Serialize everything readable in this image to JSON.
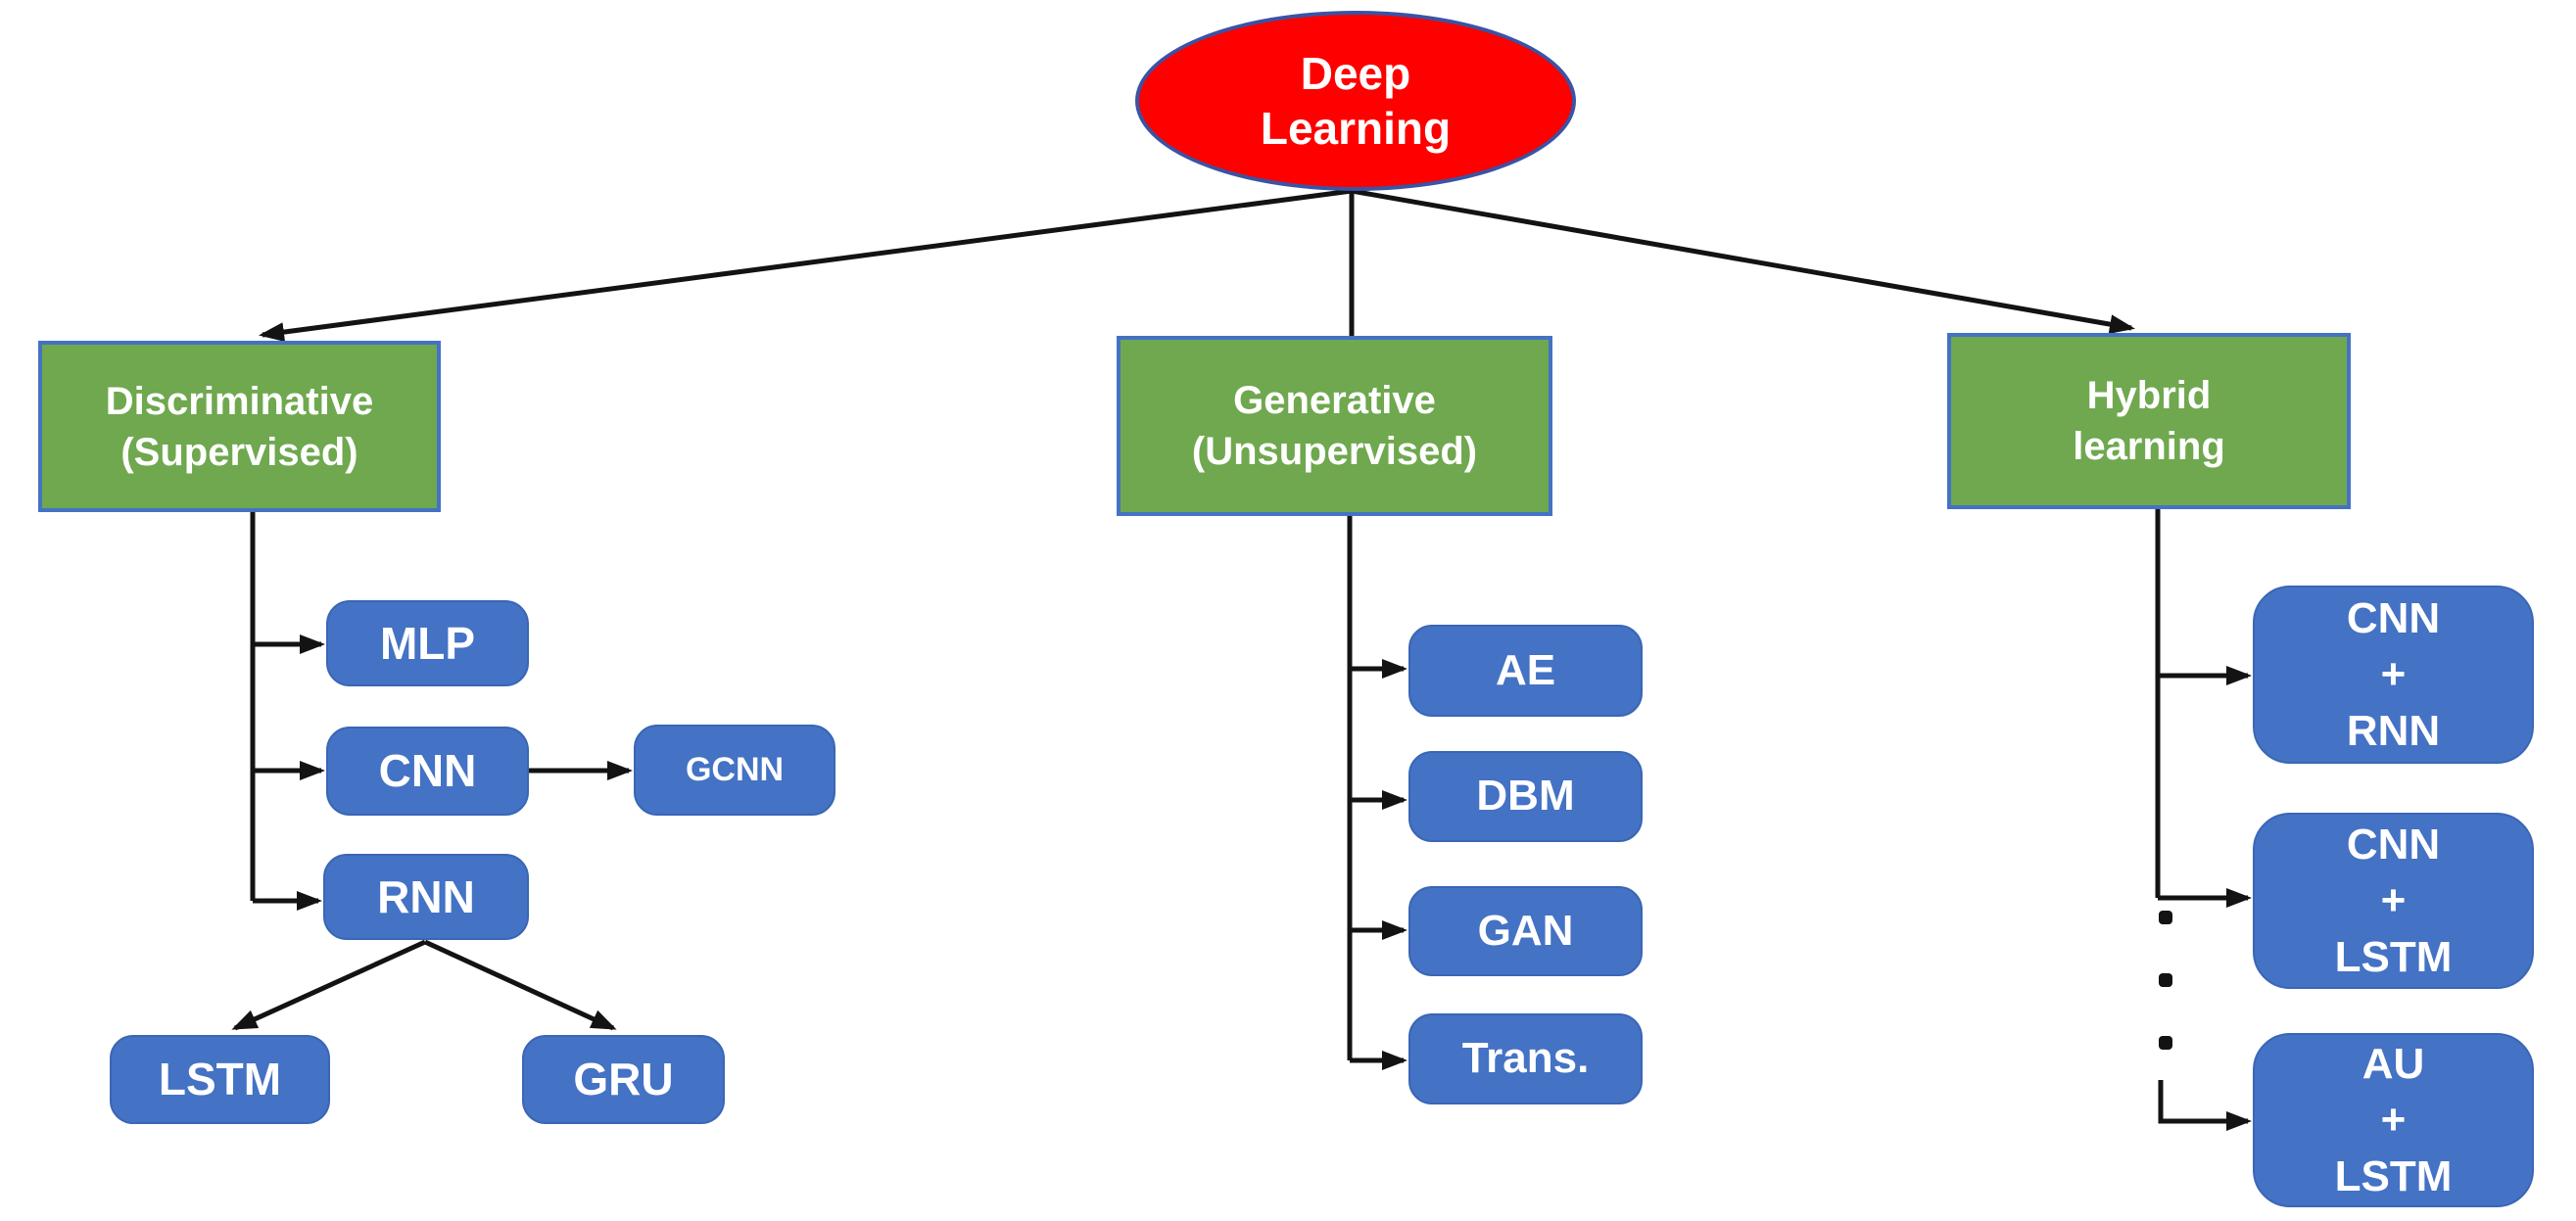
{
  "root": {
    "label": "Deep\nLearning"
  },
  "categories": {
    "discriminative": {
      "label": "Discriminative\n(Supervised)"
    },
    "generative": {
      "label": "Generative\n(Unsupervised)"
    },
    "hybrid": {
      "label": "Hybrid\nlearning"
    }
  },
  "leaves": {
    "mlp": {
      "label": "MLP"
    },
    "cnn": {
      "label": "CNN"
    },
    "gcnn": {
      "label": "GCNN"
    },
    "rnn": {
      "label": "RNN"
    },
    "lstm": {
      "label": "LSTM"
    },
    "gru": {
      "label": "GRU"
    },
    "ae": {
      "label": "AE"
    },
    "dbm": {
      "label": "DBM"
    },
    "gan": {
      "label": "GAN"
    },
    "trans": {
      "label": "Trans."
    },
    "cnn_rnn": {
      "label": "CNN\n+\nRNN"
    },
    "cnn_lstm": {
      "label": "CNN\n+\nLSTM"
    },
    "au_lstm": {
      "label": "AU\n+\nLSTM"
    }
  },
  "icons": {
    "vertical-ellipsis": "three stacked square dots"
  },
  "colors": {
    "node-red": "#fe0000",
    "node-red-border": "#3a53a4",
    "node-green": "#6fa84f",
    "node-green-border": "#4472c4",
    "node-blue": "#4472c4",
    "node-blue-border": "#3a66b5",
    "connector": "#131313",
    "label-text": "#ffffff",
    "canvas-bg": "#ffffff"
  }
}
